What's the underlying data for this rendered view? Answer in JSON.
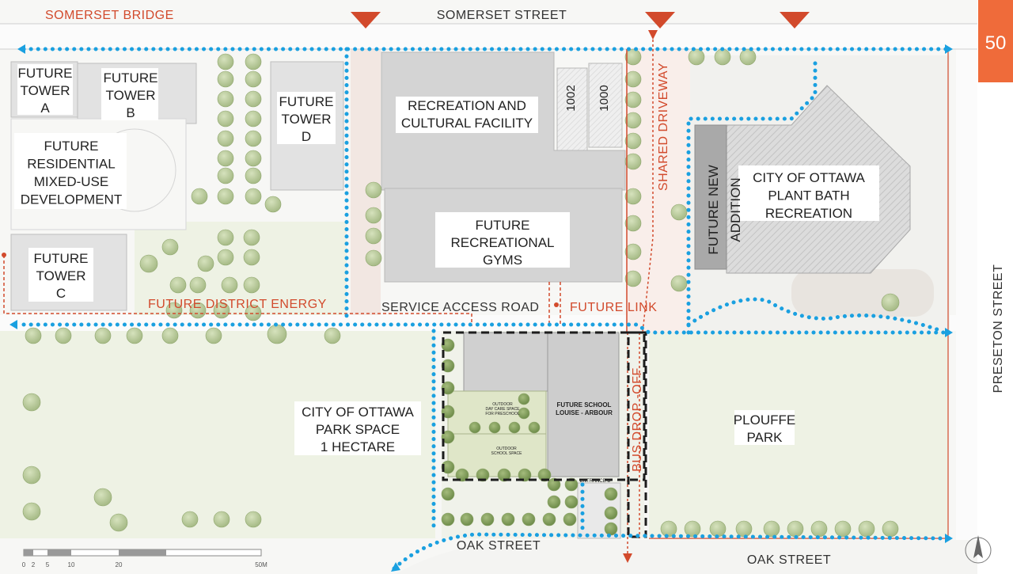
{
  "page_number": "50",
  "streets": {
    "somerset_bridge": "SOMERSET BRIDGE",
    "somerset_street": "SOMERSET STREET",
    "preston_street": "PRESETON  STREET",
    "oak_street_left": "OAK STREET",
    "oak_street_right": "OAK STREET",
    "service_road": "SERVICE ACCESS  ROAD"
  },
  "blocks": {
    "tower_a": [
      "FUTURE",
      "TOWER",
      "A"
    ],
    "tower_b": [
      "FUTURE",
      "TOWER",
      "B"
    ],
    "tower_c": [
      "FUTURE",
      "TOWER",
      "C"
    ],
    "tower_d": [
      "FUTURE",
      "TOWER",
      "D"
    ],
    "mixed_use": [
      "FUTURE",
      "RESIDENTIAL",
      "MIXED-USE",
      "DEVELOPMENT"
    ],
    "recreation_cultural": [
      "RECREATION AND",
      "CULTURAL FACILITY"
    ],
    "rec_gyms": [
      "FUTURE",
      "RECREATIONAL",
      "GYMS"
    ],
    "plant_bath": [
      "CITY OF OTTAWA",
      "PLANT BATH",
      "RECREATION"
    ],
    "new_addition": [
      "FUTURE NEW",
      "ADDITION"
    ],
    "park_space": [
      "CITY OF OTTAWA",
      "PARK SPACE",
      "1 HECTARE"
    ],
    "plouffe_park": [
      "PLOUFFE",
      "PARK"
    ],
    "school": [
      "FUTURE SCHOOL",
      "LOUISE - ARBOUR"
    ],
    "addr_1002": "1002",
    "addr_1000": "1000"
  },
  "annotations": {
    "district_energy": "FUTURE DISTRICT ENERGY",
    "future_link": "FUTURE LINK",
    "shared_driveway": "SHARED DRIVEWAY",
    "bus_dropoff": "BUS DROP -OFF",
    "daycare_preschool": [
      "OUTDOOR",
      "DAY CARE SPACE",
      "FOR PRESCHOOL"
    ],
    "outdoor_school": [
      "OUTDOOR",
      "SCHOOL SPACE"
    ],
    "entrance": "ENTRANCE B"
  },
  "scale_bar": [
    "0",
    "2",
    "5",
    "10",
    "20",
    "50M"
  ],
  "colors": {
    "accent_orange": "#ef6b3a",
    "annotation_red": "#d24a2c",
    "path_blue": "#1aa0e0",
    "building_gray": "#d4d4d4",
    "park_green": "#eef2e4",
    "tree_green": "#b9c99b"
  }
}
